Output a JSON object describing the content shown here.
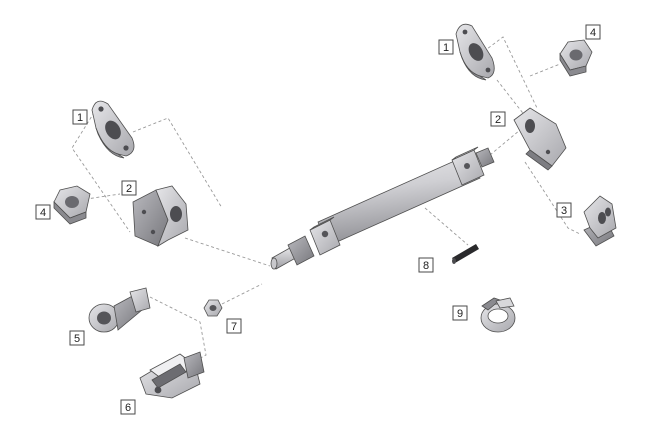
{
  "callouts": {
    "left_flange": "1",
    "left_mount_bracket": "2",
    "left_nut": "4",
    "rod_eye": "5",
    "clevis": "6",
    "small_nut": "7",
    "right_flange": "1",
    "right_nut": "4",
    "right_mount_bracket": "2",
    "foot_bracket": "3",
    "pin": "8",
    "clamp_ring": "9"
  },
  "colors": {
    "metal_light": "#d9d9dc",
    "metal_mid": "#b3b3b8",
    "metal_dark": "#7d7d82",
    "pin_color": "#2a2a2c",
    "callout_border": "#4a4a4a",
    "leader_line": "#9a9a9a"
  }
}
